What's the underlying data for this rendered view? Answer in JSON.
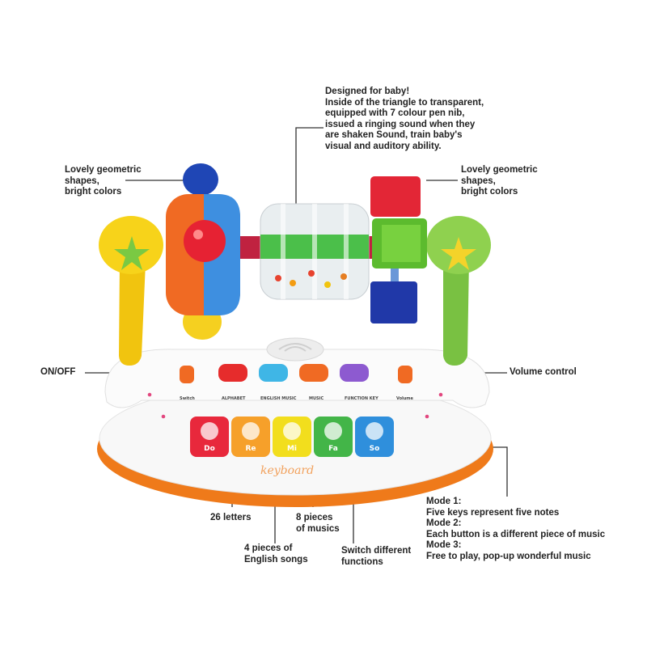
{
  "annotations": {
    "design_note": "Designed for baby!\nInside of the triangle to transparent,\nequipped with 7 colour pen nib,\nissued a ringing sound when they\nare shaken Sound, train baby's\nvisual and auditory ability.",
    "shapes_left": "Lovely geometric\nshapes,\nbright colors",
    "shapes_right": "Lovely geometric\nshapes,\nbright colors",
    "on_off": "ON/OFF",
    "volume": "Volume control",
    "letters": "26 letters",
    "musics": "8 pieces\nof musics",
    "english_songs": "4 pieces of\nEnglish songs",
    "switch_functions": "Switch different\nfunctions",
    "modes": "Mode 1:\nFive keys represent five notes\nMode 2:\nEach button is a different piece of music\nMode 3:\nFree to play, pop-up wonderful music"
  },
  "toy": {
    "button_labels": [
      "Switch",
      "ALPHABET",
      "ENGLISH MUSIC",
      "MUSIC",
      "FUNCTION KEY",
      "Volume"
    ],
    "piano_keys": [
      {
        "note": "Do",
        "color": "#e8283c"
      },
      {
        "note": "Re",
        "color": "#f6a02a"
      },
      {
        "note": "Mi",
        "color": "#f2de1d"
      },
      {
        "note": "Fa",
        "color": "#43b548"
      },
      {
        "note": "So",
        "color": "#2f8fdc"
      }
    ],
    "brand": "keyboard"
  }
}
